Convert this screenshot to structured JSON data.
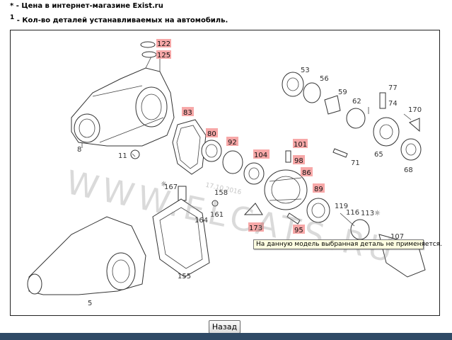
{
  "notes": {
    "price_marker": "*",
    "price_text": "- Цена в интернет-магазине Exist.ru",
    "qty_marker": "1",
    "qty_text": "- Кол-во деталей устанавливаемых на автомобиль."
  },
  "diagram": {
    "watermark": "WWW.ELCATS.RU",
    "watermark_date": "17.10.2016",
    "tooltip": "На данную модель выбранная деталь не применяется.",
    "highlight_color": "#f7a8a8",
    "labels": {
      "p122": "122",
      "p125": "125",
      "p83": "83",
      "p80": "80",
      "p92": "92",
      "p104": "104",
      "p101": "101",
      "p98": "98",
      "p86": "86",
      "p89": "89",
      "p173": "173",
      "p95": "95",
      "p53": "53",
      "p56": "56",
      "p59": "59",
      "p62": "62",
      "p77": "77",
      "p74": "74",
      "p170": "170",
      "p65": "65",
      "p68": "68",
      "p71": "71",
      "p8": "8",
      "p11": "11",
      "p167": "167",
      "p158": "158",
      "p161": "161",
      "p164": "164",
      "p119": "119",
      "p116": "116",
      "p113": "113",
      "p107": "107",
      "p155": "155",
      "p5": "5"
    }
  },
  "actions": {
    "back_label": "Назад"
  },
  "colors": {
    "bottom_bar": "#2f4a66",
    "tooltip_bg": "#ffffe1"
  }
}
